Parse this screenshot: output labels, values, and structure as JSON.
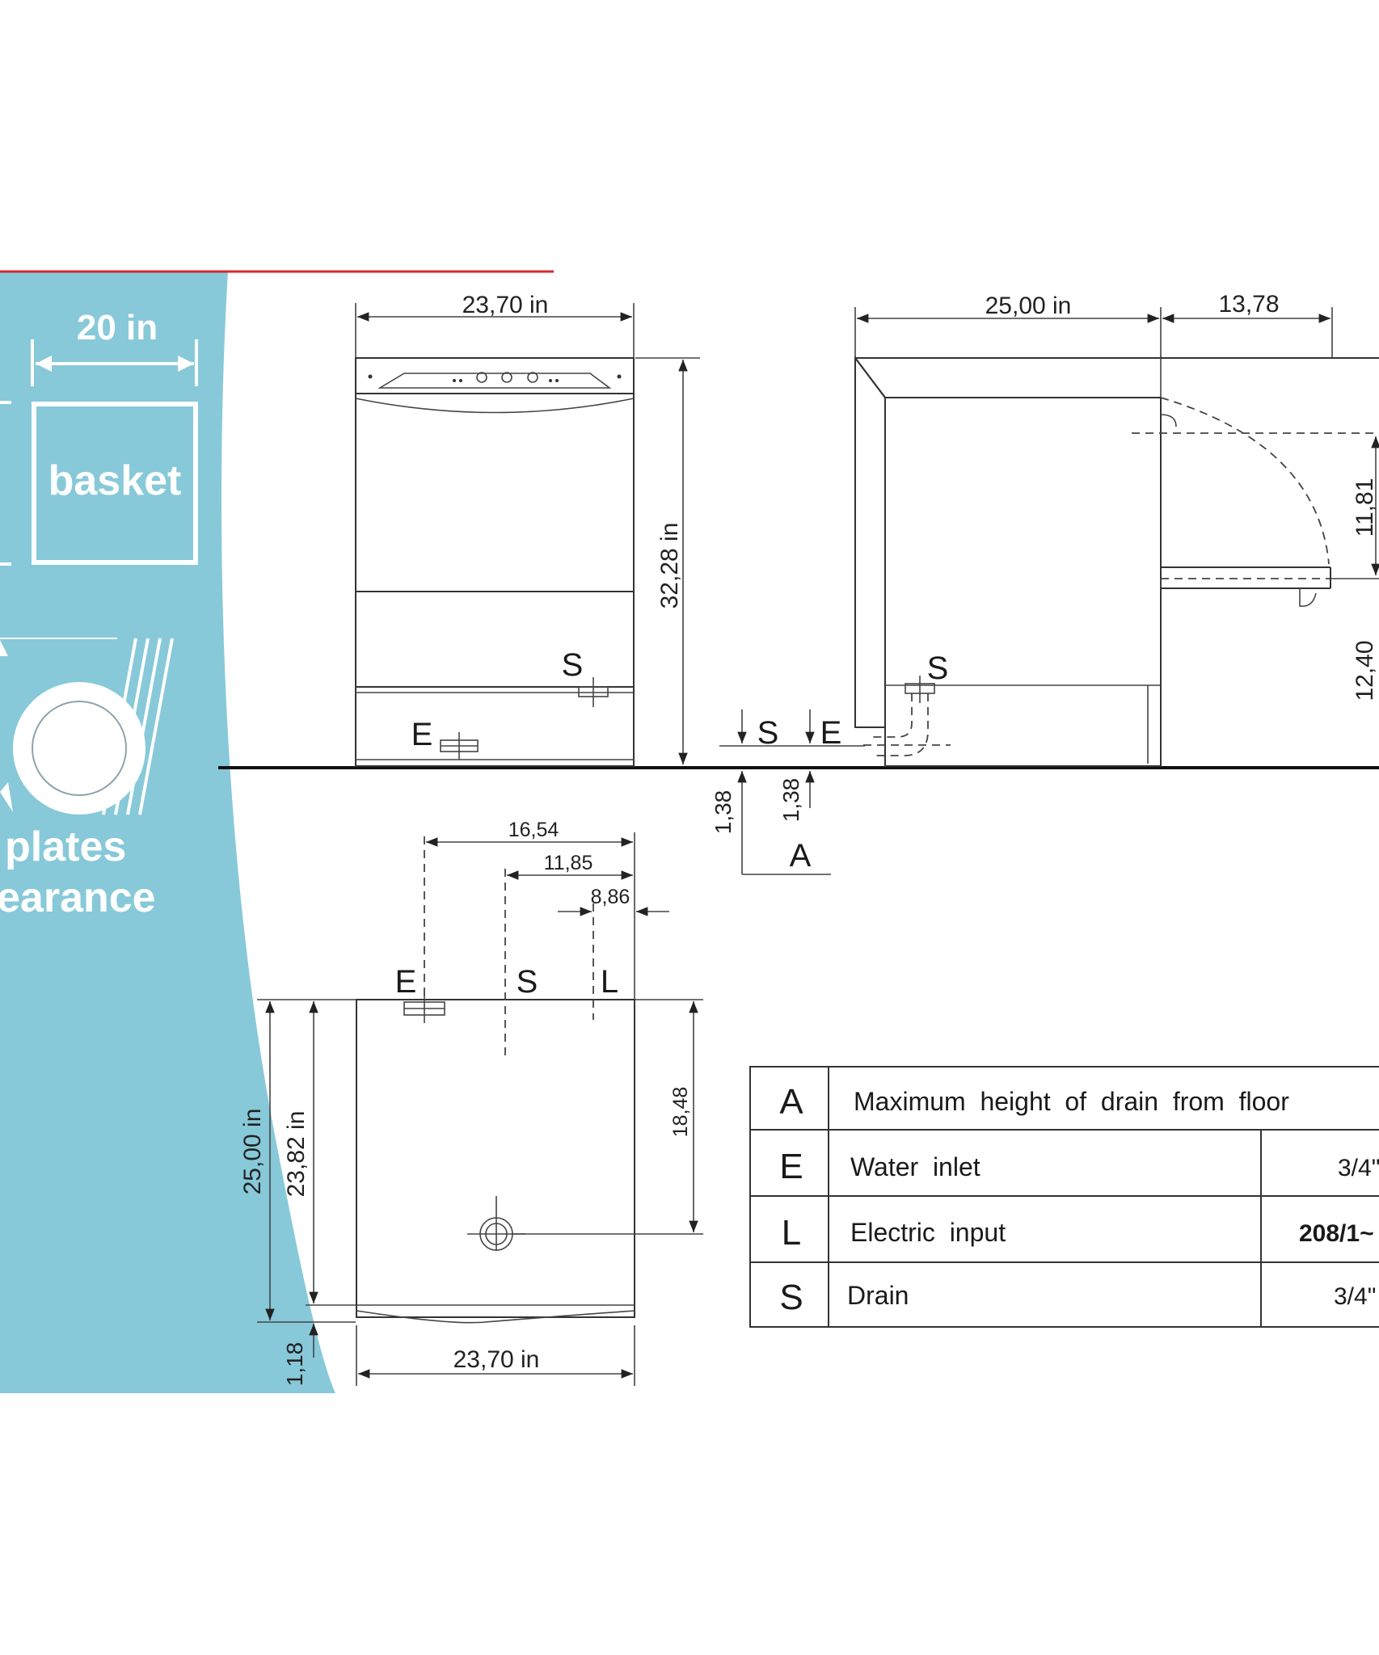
{
  "panel": {
    "width_label": "20 in",
    "basket_label": "basket",
    "plates_label": "plates",
    "clearance_label": "earance",
    "color": "#87c9d9"
  },
  "front_view": {
    "width": "23,70 in",
    "height": "32,28 in",
    "label_s": "S",
    "label_e": "E"
  },
  "side_view": {
    "depth": "25,00 in",
    "door_depth": "13,78",
    "upper_height": "11,81",
    "lower_height": "12,40",
    "label_s": "S"
  },
  "drain_detail": {
    "label_s": "S",
    "label_e": "E",
    "height_s": "1,38",
    "height_e": "1,38",
    "label_a": "A"
  },
  "top_view": {
    "dim_e": "16,54",
    "dim_s": "11,85",
    "dim_l": "8,86",
    "label_e": "E",
    "label_s": "S",
    "label_l": "L",
    "depth_total": "25,00 in",
    "depth_body": "23,82 in",
    "depth_offset": "1,18",
    "drain_pos": "18,48",
    "width": "23,70 in"
  },
  "legend": {
    "rows": [
      {
        "code": "A",
        "description": "Maximum  height  of  drain  from  floor",
        "value": ""
      },
      {
        "code": "E",
        "description": "Water  inlet",
        "value": "3/4\""
      },
      {
        "code": "L",
        "description": "Electric  input",
        "value": "208/1~"
      },
      {
        "code": "S",
        "description": "Drain",
        "value": "3/4\""
      }
    ]
  }
}
